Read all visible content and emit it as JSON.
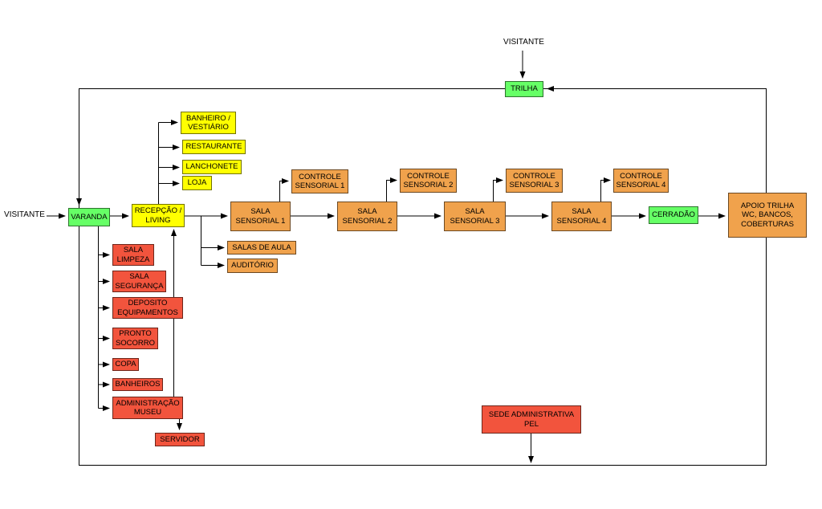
{
  "colors": {
    "green": "#66ff66",
    "yellow": "#ffff00",
    "orange": "#f0a24c",
    "red": "#f2543d",
    "line": "#000000",
    "background": "#ffffff"
  },
  "labels": {
    "visitante_top": "VISITANTE",
    "visitante_left": "VISITANTE"
  },
  "nodes": {
    "trilha": {
      "label": "TRILHA",
      "color": "green"
    },
    "varanda": {
      "label": "VARANDA",
      "color": "green"
    },
    "recepcao": {
      "label": "RECEPÇÃO /\nLIVING",
      "color": "yellow"
    },
    "banheiro_vestiario": {
      "label": "BANHEIRO /\nVESTIÁRIO",
      "color": "yellow"
    },
    "restaurante": {
      "label": "RESTAURANTE",
      "color": "yellow"
    },
    "lanchonete": {
      "label": "LANCHONETE",
      "color": "yellow"
    },
    "loja": {
      "label": "LOJA",
      "color": "yellow"
    },
    "sala_sensorial_1": {
      "label": "SALA\nSENSORIAL 1",
      "color": "orange"
    },
    "controle_sensorial_1": {
      "label": "CONTROLE\nSENSORIAL 1",
      "color": "orange"
    },
    "sala_sensorial_2": {
      "label": "SALA\nSENSORIAL 2",
      "color": "orange"
    },
    "controle_sensorial_2": {
      "label": "CONTROLE\nSENSORIAL 2",
      "color": "orange"
    },
    "sala_sensorial_3": {
      "label": "SALA\nSENSORIAL 3",
      "color": "orange"
    },
    "controle_sensorial_3": {
      "label": "CONTROLE\nSENSORIAL 3",
      "color": "orange"
    },
    "sala_sensorial_4": {
      "label": "SALA\nSENSORIAL 4",
      "color": "orange"
    },
    "controle_sensorial_4": {
      "label": "CONTROLE\nSENSORIAL 4",
      "color": "orange"
    },
    "cerradao": {
      "label": "CERRADÃO",
      "color": "green"
    },
    "apoio_trilha": {
      "label": "APOIO TRILHA\nWC, BANCOS,\nCOBERTURAS",
      "color": "orange"
    },
    "salas_de_aula": {
      "label": "SALAS DE AULA",
      "color": "orange"
    },
    "auditorio": {
      "label": "AUDITÓRIO",
      "color": "orange"
    },
    "sala_limpeza": {
      "label": "SALA\nLIMPEZA",
      "color": "red"
    },
    "sala_seguranca": {
      "label": "SALA\nSEGURANÇA",
      "color": "red"
    },
    "deposito_equipamentos": {
      "label": "DEPOSITO\nEQUIPAMENTOS",
      "color": "red"
    },
    "pronto_socorro": {
      "label": "PRONTO\nSOCORRO",
      "color": "red"
    },
    "copa": {
      "label": "COPA",
      "color": "red"
    },
    "banheiros": {
      "label": "BANHEIROS",
      "color": "red"
    },
    "administracao_museu": {
      "label": "ADMINISTRAÇÃO\nMUSEU",
      "color": "red"
    },
    "servidor": {
      "label": "SERVIDOR",
      "color": "red"
    },
    "sede_administrativa": {
      "label": "SEDE ADMINISTRATIVA\nPEL",
      "color": "red"
    }
  }
}
